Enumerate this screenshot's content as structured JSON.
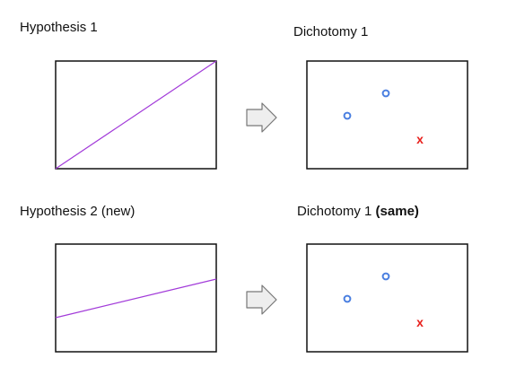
{
  "panels": {
    "hypothesis_1": {
      "title": "Hypothesis 1",
      "line_color": "#a23bd9"
    },
    "dichotomy_1": {
      "title": "Dichotomy 1"
    },
    "hypothesis_2": {
      "title": "Hypothesis 2 (new)",
      "line_color": "#a23bd9"
    },
    "dichotomy_2": {
      "title_main": "Dichotomy 1",
      "title_emphasis": "(same)"
    }
  },
  "markers": {
    "circle_color": "#4a7fe0",
    "cross_color": "#e8201c",
    "cross_glyph": "x"
  },
  "colors": {
    "frame": "#111111",
    "arrow_fill": "#eeeeee",
    "arrow_stroke": "#777777"
  }
}
